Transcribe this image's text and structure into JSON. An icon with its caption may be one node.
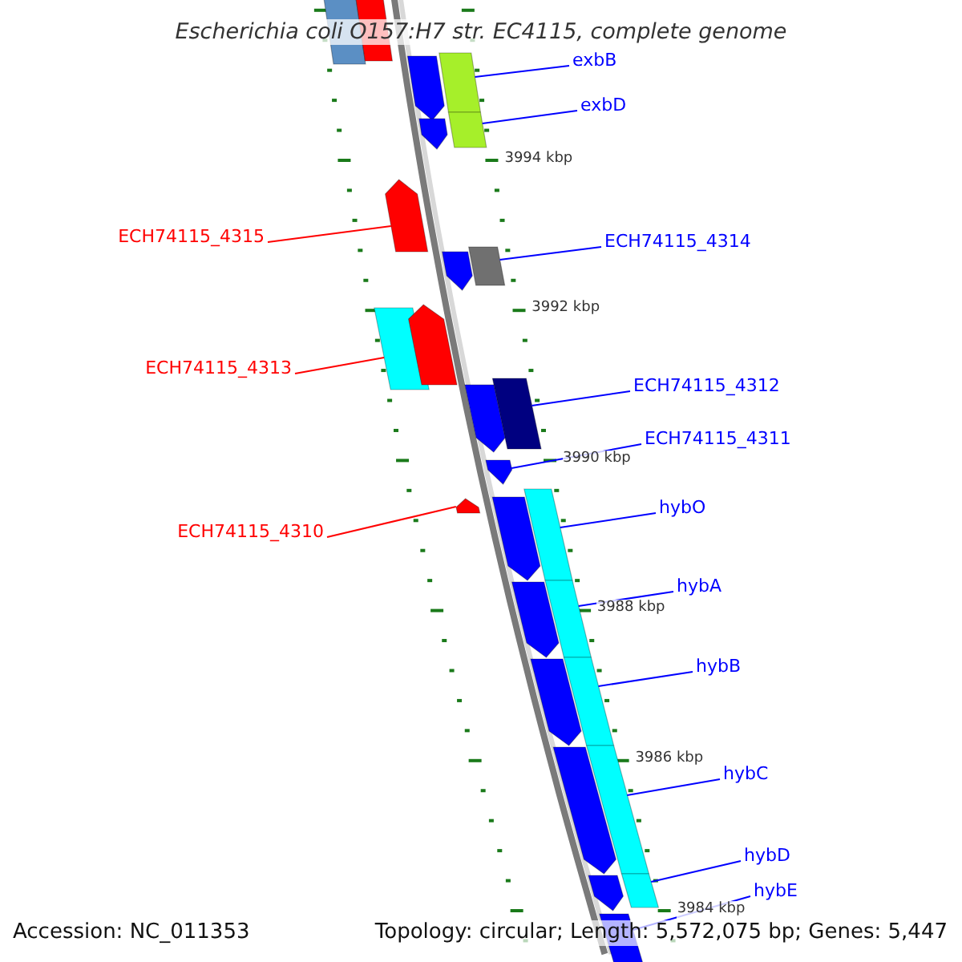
{
  "diagram": {
    "title": "Escherichia coli O157:H7 str. EC4115, complete genome",
    "nodes": [
      {
        "text": [
          "exbB"
        ]
      },
      {
        "text": [
          "exbD"
        ]
      },
      {
        "text": [
          "ECH74115_4315"
        ]
      },
      {
        "text": [
          "ECH74115_4314"
        ]
      },
      {
        "text": [
          "ECH74115_4313"
        ]
      },
      {
        "text": [
          "ECH74115_4312"
        ]
      },
      {
        "text": [
          "ECH74115_4311"
        ]
      },
      {
        "text": [
          "ECH74115_4310"
        ]
      },
      {
        "text": [
          "hybO"
        ]
      },
      {
        "text": [
          "hybA"
        ]
      },
      {
        "text": [
          "hybB"
        ]
      },
      {
        "text": [
          "hybC"
        ]
      },
      {
        "text": [
          "hybD"
        ]
      },
      {
        "text": [
          "hybE"
        ]
      },
      {
        "text": [],
        "shape": "bar"
      },
      {
        "text": [],
        "shape": "bar"
      },
      {
        "text": [],
        "shape": "arrow"
      },
      {
        "text": [],
        "shape": "bar"
      },
      {
        "text": [],
        "shape": "bar"
      },
      {
        "text": [],
        "shape": "arrow"
      },
      {
        "text": [],
        "shape": "arrow"
      },
      {
        "text": [],
        "shape": "arrow"
      },
      {
        "text": [],
        "shape": "bar"
      },
      {
        "text": [],
        "shape": "bar"
      },
      {
        "text": [],
        "shape": "arrow"
      },
      {
        "text": [],
        "shape": "bar"
      },
      {
        "text": [],
        "shape": "arrow"
      },
      {
        "text": [],
        "shape": "arrow"
      },
      {
        "text": [],
        "shape": "bar"
      },
      {
        "text": [],
        "shape": "arrow"
      },
      {
        "text": [],
        "shape": "arrow"
      },
      {
        "text": [],
        "shape": "bar"
      },
      {
        "text": [],
        "shape": "arrow"
      },
      {
        "text": [],
        "shape": "bar"
      },
      {
        "text": [],
        "shape": "arrow"
      },
      {
        "text": [],
        "shape": "bar"
      },
      {
        "text": [],
        "shape": "arrow"
      },
      {
        "text": [],
        "shape": "bar"
      },
      {
        "text": [],
        "shape": "arrow"
      },
      {
        "text": [],
        "shape": "arrow"
      }
    ],
    "edges": [
      {
        "from": 0,
        "to": 17,
        "arrow": "none"
      },
      {
        "from": 1,
        "to": 18,
        "arrow": "none"
      },
      {
        "from": 2,
        "to": 20,
        "arrow": "none",
        "color": "#ff0000"
      },
      {
        "from": 3,
        "to": 22,
        "arrow": "none"
      },
      {
        "from": 4,
        "to": 23,
        "arrow": "none",
        "color": "#ff0000"
      },
      {
        "from": 5,
        "to": 25,
        "arrow": "none"
      },
      {
        "from": 6,
        "to": 27,
        "arrow": "none"
      },
      {
        "from": 7,
        "to": 30,
        "arrow": "none",
        "color": "#ff0000"
      },
      {
        "from": 8,
        "to": 28,
        "arrow": "none"
      },
      {
        "from": 9,
        "to": 31,
        "arrow": "none"
      },
      {
        "from": 10,
        "to": 33,
        "arrow": "none"
      },
      {
        "from": 11,
        "to": 35,
        "arrow": "none"
      },
      {
        "from": 12,
        "to": 37,
        "arrow": "none"
      },
      {
        "from": 13,
        "to": 39,
        "arrow": "none"
      }
    ],
    "labels": [
      "3994 kbp",
      "3992 kbp",
      "3990 kbp",
      "3988 kbp",
      "3986 kbp",
      "3984 kbp",
      "Accession: NC_011353",
      "Topology: circular; Length: 5,572,075 bp; Genes: 5,447"
    ]
  }
}
